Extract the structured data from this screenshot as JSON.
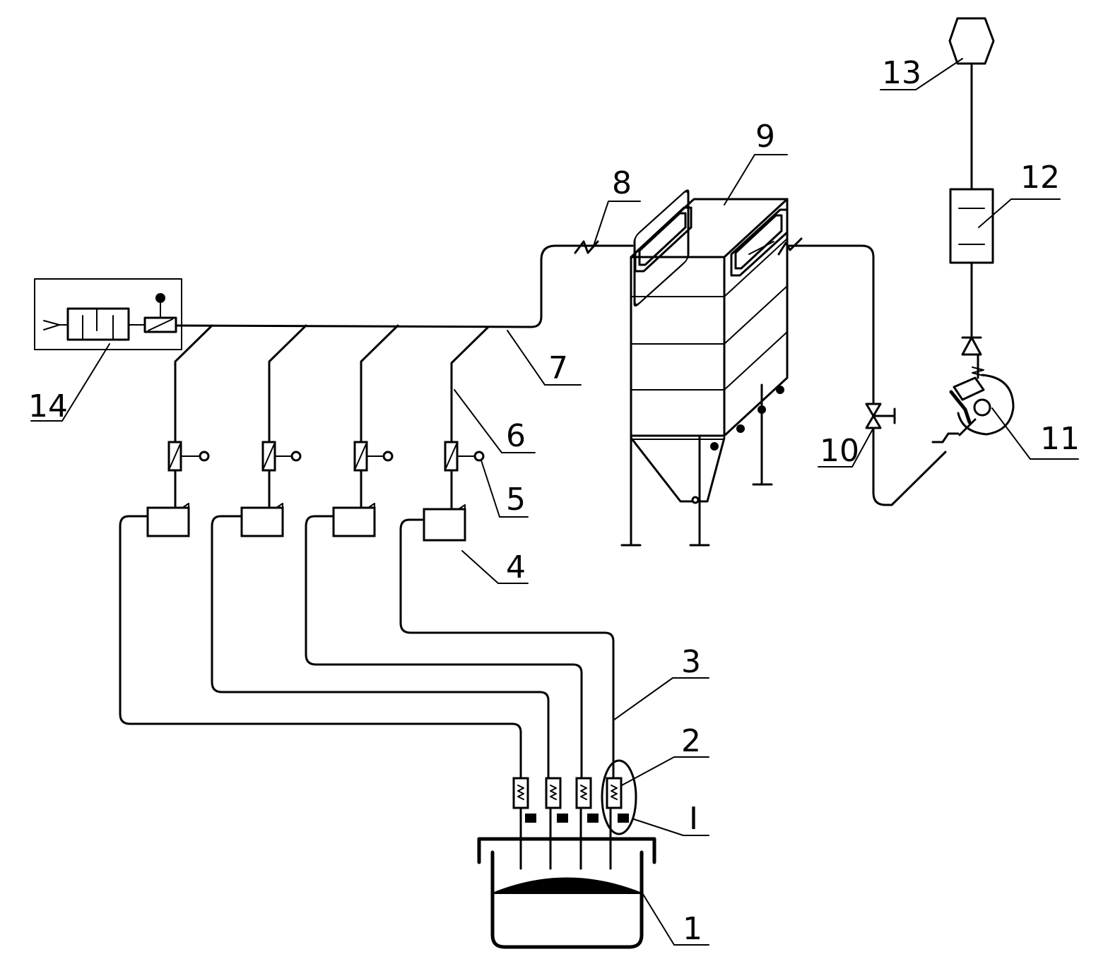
{
  "labels": {
    "l1": "1",
    "l2": "2",
    "l3": "3",
    "l4": "4",
    "l5": "5",
    "l6": "6",
    "l7": "7",
    "l8": "8",
    "l9": "9",
    "l10": "10",
    "l11": "11",
    "l12": "12",
    "l13": "13",
    "l14": "14",
    "lI": "I"
  },
  "components": [
    {
      "callout": "1",
      "icon": "ladle-vessel-icon"
    },
    {
      "callout": "2",
      "icon": "sampling-probe-icon"
    },
    {
      "callout": "3",
      "icon": "gas-pipe-icon"
    },
    {
      "callout": "4",
      "icon": "filter-box-icon"
    },
    {
      "callout": "5",
      "icon": "solenoid-valve-icon"
    },
    {
      "callout": "6",
      "icon": "branch-pipe-icon"
    },
    {
      "callout": "7",
      "icon": "main-pipe-icon"
    },
    {
      "callout": "8",
      "icon": "check-valve-icon"
    },
    {
      "callout": "9",
      "icon": "dust-collector-icon"
    },
    {
      "callout": "10",
      "icon": "gate-valve-icon"
    },
    {
      "callout": "11",
      "icon": "fan-icon"
    },
    {
      "callout": "12",
      "icon": "silencer-icon"
    },
    {
      "callout": "13",
      "icon": "exhaust-cap-icon"
    },
    {
      "callout": "14",
      "icon": "air-supply-unit-icon"
    },
    {
      "callout": "I",
      "icon": "detail-circle-icon"
    }
  ]
}
